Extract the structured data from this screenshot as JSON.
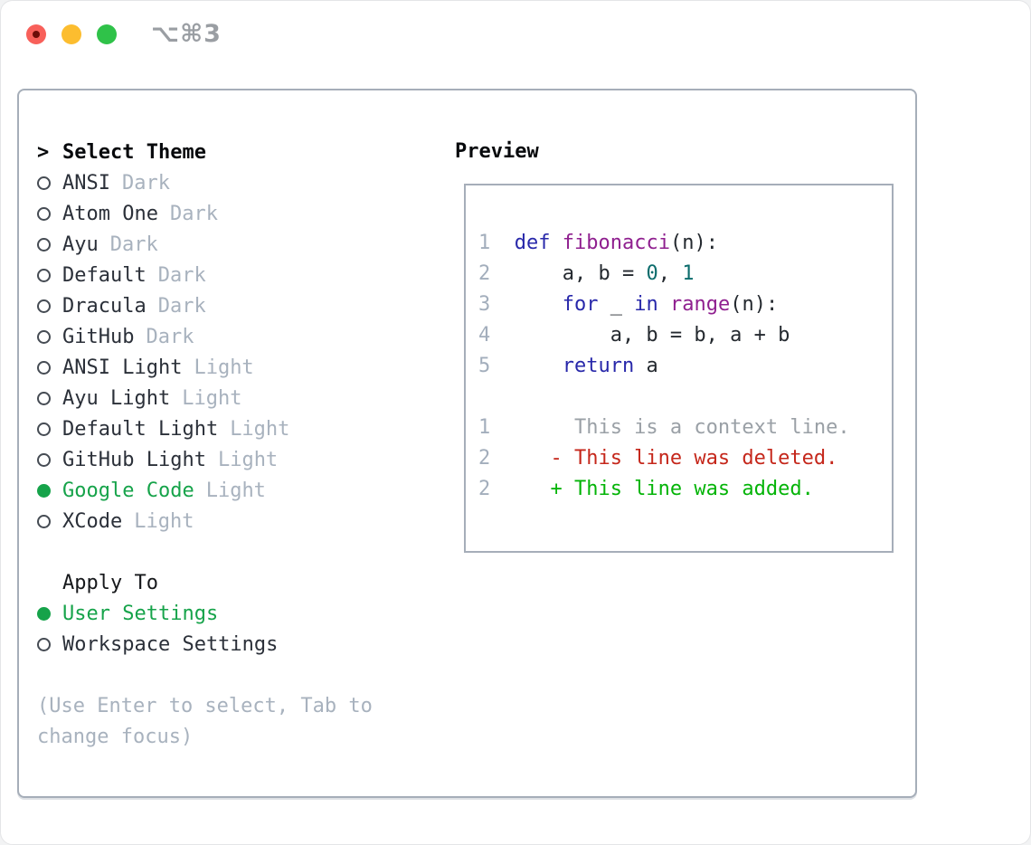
{
  "window": {
    "shortcut": "⌥⌘3",
    "controls": [
      "close",
      "minimize",
      "zoom"
    ]
  },
  "theme_panel": {
    "header": {
      "marker": ">",
      "label": "Select Theme"
    },
    "themes": [
      {
        "name": "ANSI",
        "variant": "Dark",
        "selected": false
      },
      {
        "name": "Atom One",
        "variant": "Dark",
        "selected": false
      },
      {
        "name": "Ayu",
        "variant": "Dark",
        "selected": false
      },
      {
        "name": "Default",
        "variant": "Dark",
        "selected": false
      },
      {
        "name": "Dracula",
        "variant": "Dark",
        "selected": false
      },
      {
        "name": "GitHub",
        "variant": "Dark",
        "selected": false
      },
      {
        "name": "ANSI Light",
        "variant": "Light",
        "selected": false
      },
      {
        "name": "Ayu Light",
        "variant": "Light",
        "selected": false
      },
      {
        "name": "Default Light",
        "variant": "Light",
        "selected": false
      },
      {
        "name": "GitHub Light",
        "variant": "Light",
        "selected": false
      },
      {
        "name": "Google Code",
        "variant": "Light",
        "selected": true
      },
      {
        "name": "XCode",
        "variant": "Light",
        "selected": false
      }
    ],
    "apply_to": {
      "label": "Apply To",
      "options": [
        {
          "name": "User Settings",
          "selected": true
        },
        {
          "name": "Workspace Settings",
          "selected": false
        }
      ]
    },
    "help_lines": [
      "(Use Enter to select, Tab to",
      "change focus)"
    ]
  },
  "preview": {
    "title": "Preview",
    "lines": [
      {
        "num": "1",
        "segments": [
          {
            "t": "def",
            "c": "kw"
          },
          {
            "t": " "
          },
          {
            "t": "fibonacci",
            "c": "fn"
          },
          {
            "t": "(n):"
          }
        ]
      },
      {
        "num": "2",
        "segments": [
          {
            "t": "    a, b = "
          },
          {
            "t": "0",
            "c": "lit"
          },
          {
            "t": ", "
          },
          {
            "t": "1",
            "c": "lit"
          }
        ]
      },
      {
        "num": "3",
        "segments": [
          {
            "t": "    "
          },
          {
            "t": "for",
            "c": "kw"
          },
          {
            "t": " _ "
          },
          {
            "t": "in",
            "c": "kw"
          },
          {
            "t": " "
          },
          {
            "t": "range",
            "c": "fn"
          },
          {
            "t": "(n):"
          }
        ]
      },
      {
        "num": "4",
        "segments": [
          {
            "t": "        a, b = b, a + b"
          }
        ]
      },
      {
        "num": "5",
        "segments": [
          {
            "t": "    "
          },
          {
            "t": "return",
            "c": "kw"
          },
          {
            "t": " a"
          }
        ]
      },
      {
        "num": "",
        "segments": []
      },
      {
        "num": "1",
        "segments": [
          {
            "t": "     This is a context line.",
            "c": "ctx"
          }
        ]
      },
      {
        "num": "2",
        "segments": [
          {
            "t": "   - This line was deleted.",
            "c": "del"
          }
        ]
      },
      {
        "num": "2",
        "segments": [
          {
            "t": "   + This line was added.",
            "c": "add"
          }
        ]
      }
    ]
  },
  "colors": {
    "accent_green": "#16a34a",
    "keyword_blue": "#2828aa",
    "function_purple": "#8f1f8f",
    "literal_teal": "#0b6c6c",
    "diff_deleted_red": "#c5271b",
    "diff_added_green": "#04b408",
    "context_gray": "#9aa0a6",
    "dim_label_gray": "#a8b2be",
    "panel_border": "#a6aeb9",
    "traffic_red": "#f8605a",
    "traffic_yellow": "#fcbd2f",
    "traffic_green": "#2fc249"
  }
}
